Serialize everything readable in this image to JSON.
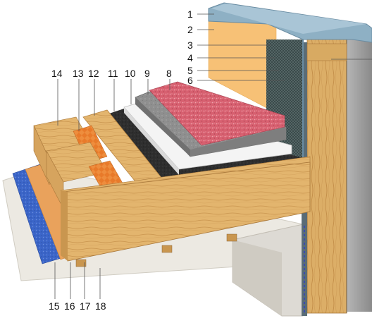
{
  "callouts": {
    "c1": "1",
    "c2": "2",
    "c3": "3",
    "c4": "4",
    "c5": "5",
    "c6": "6",
    "c8": "8",
    "c9": "9",
    "c10": "10",
    "c11": "11",
    "c12": "12",
    "c13": "13",
    "c14": "14",
    "c15": "15",
    "c16": "16",
    "c17": "17",
    "c18": "18"
  },
  "colors": {
    "flashing": "#8eb0c4",
    "render": "#f7c176",
    "timber": "#e3b56e",
    "timber_dark": "#b88440",
    "insulation": "#e87a2a",
    "membrane_gravel": "#d76070",
    "grey_slab": "#8f8f8f",
    "white_board": "#f2f2f2",
    "bitumen": "#2b2b2b",
    "blue_membrane": "#3b65c8",
    "ceiling": "#ebe8e0",
    "wall_grey": "#9b9b9b"
  }
}
